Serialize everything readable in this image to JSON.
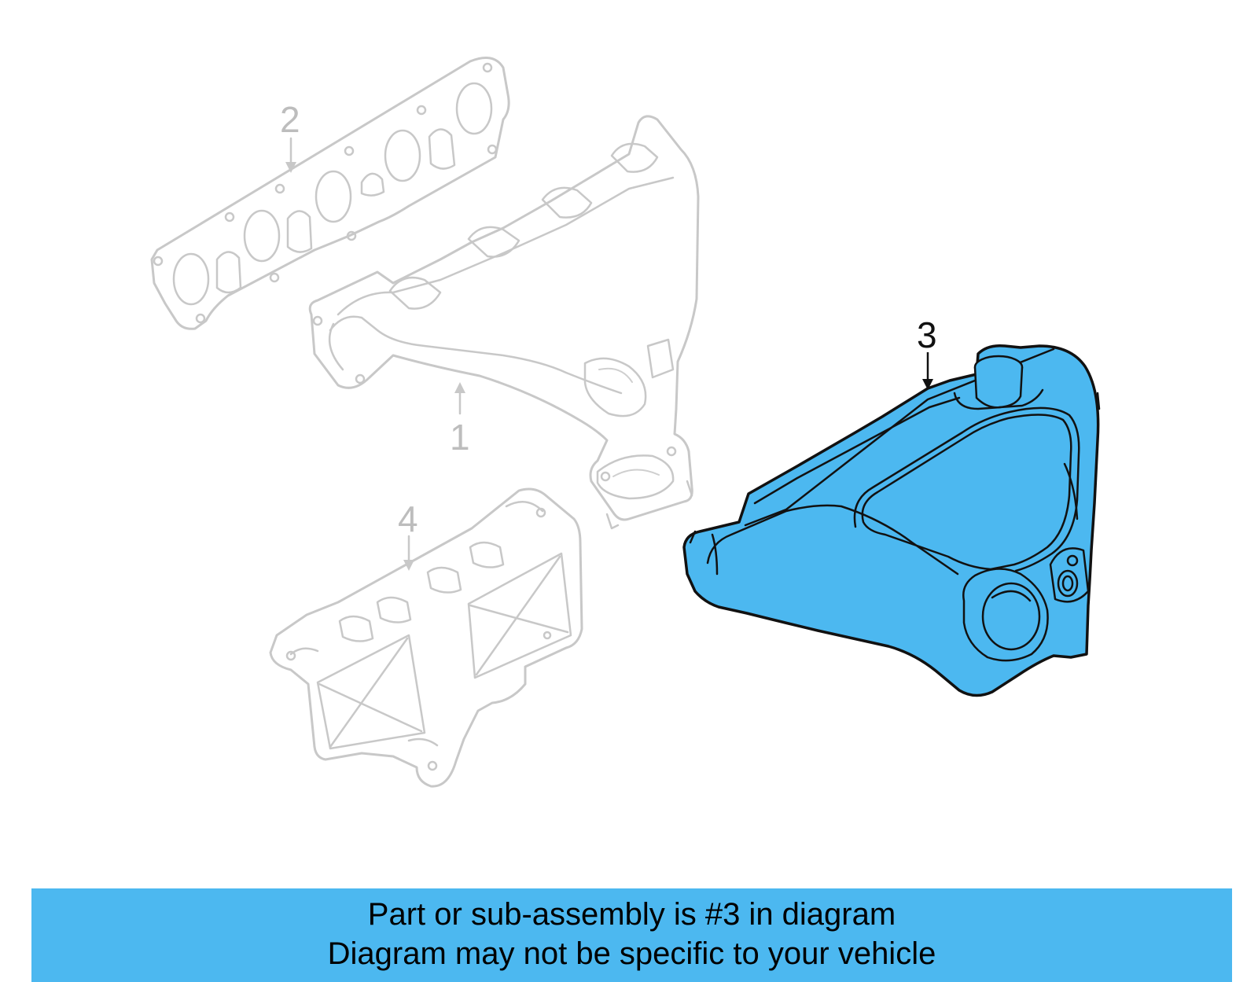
{
  "diagram": {
    "callouts": [
      {
        "label": "1",
        "highlighted": false
      },
      {
        "label": "2",
        "highlighted": false
      },
      {
        "label": "3",
        "highlighted": true
      },
      {
        "label": "4",
        "highlighted": false
      }
    ],
    "colors": {
      "highlight": "#4cb8f0",
      "ghost_stroke": "#c8c8c8",
      "outline": "#111111"
    }
  },
  "banner": {
    "line1": "Part or sub-assembly is #3 in diagram",
    "line2": "Diagram may not be specific to your vehicle"
  }
}
